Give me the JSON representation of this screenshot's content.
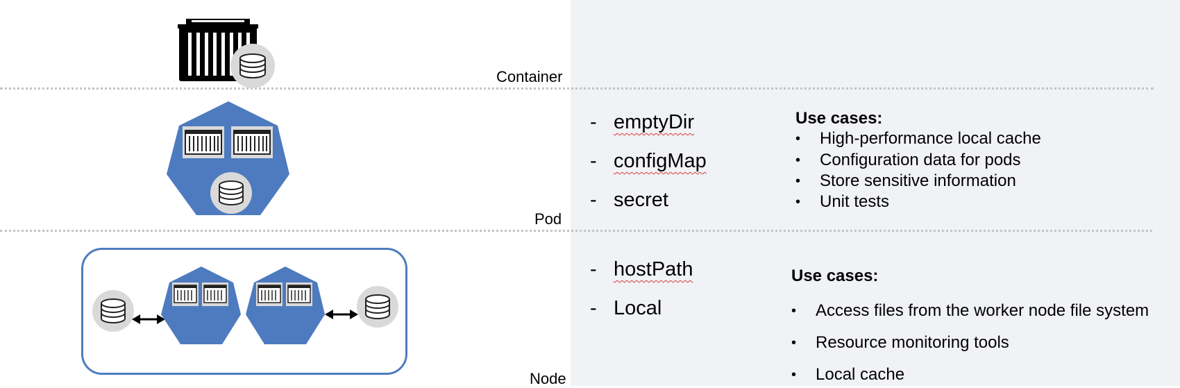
{
  "layers": {
    "container": "Container",
    "pod": "Pod",
    "node": "Node"
  },
  "pod_volumes": {
    "items": [
      {
        "dash": "-",
        "name": "emptyDir"
      },
      {
        "dash": "-",
        "name": "configMap"
      },
      {
        "dash": "-",
        "name": "secret"
      }
    ],
    "use_cases_title": "Use cases:",
    "use_cases": [
      "High-performance local cache",
      "Configuration data for pods",
      "Store sensitive information",
      "Unit tests"
    ]
  },
  "node_volumes": {
    "items": [
      {
        "dash": "-",
        "name": "hostPath"
      },
      {
        "dash": "-",
        "name": "Local"
      }
    ],
    "use_cases_title": "Use cases:",
    "use_cases": [
      "Access files from the worker node file system",
      "Resource monitoring tools",
      "Local cache"
    ]
  },
  "bullet": "•",
  "colors": {
    "pod_blue": "#4e7bbf",
    "panel_bg": "#f1f2f6",
    "disk_circle": "#d9d9d9",
    "separator": "#c4c4c4"
  },
  "icons": [
    "container-icon",
    "database-icon",
    "pod-heptagon-icon",
    "double-arrow-icon"
  ]
}
